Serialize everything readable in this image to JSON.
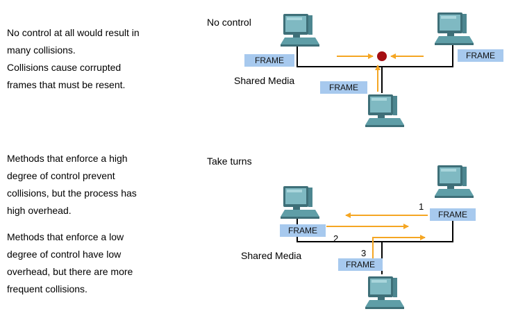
{
  "top_text": {
    "lines": [
      "No control at all would result in",
      "many collisions.",
      "Collisions cause corrupted",
      "frames that must be resent."
    ]
  },
  "bottom_text": {
    "para1": [
      "Methods that enforce a high",
      "degree of control prevent",
      "collisions, but the process has",
      "high overhead."
    ],
    "para2": [
      "Methods that enforce a low",
      "degree of control have low",
      "overhead, but there are more",
      "frequent collisions."
    ]
  },
  "diagram_top": {
    "title": "No control",
    "media_label": "Shared Media",
    "frame_label": "FRAME"
  },
  "diagram_bottom": {
    "title": "Take turns",
    "media_label": "Shared Media",
    "frame_label": "FRAME",
    "turns": [
      "1",
      "2",
      "3"
    ]
  },
  "colors": {
    "frame_bg": "#a7c9ee",
    "arrow": "#f5a623",
    "collision": "#a50e12",
    "computer": "#5f9ea7"
  }
}
